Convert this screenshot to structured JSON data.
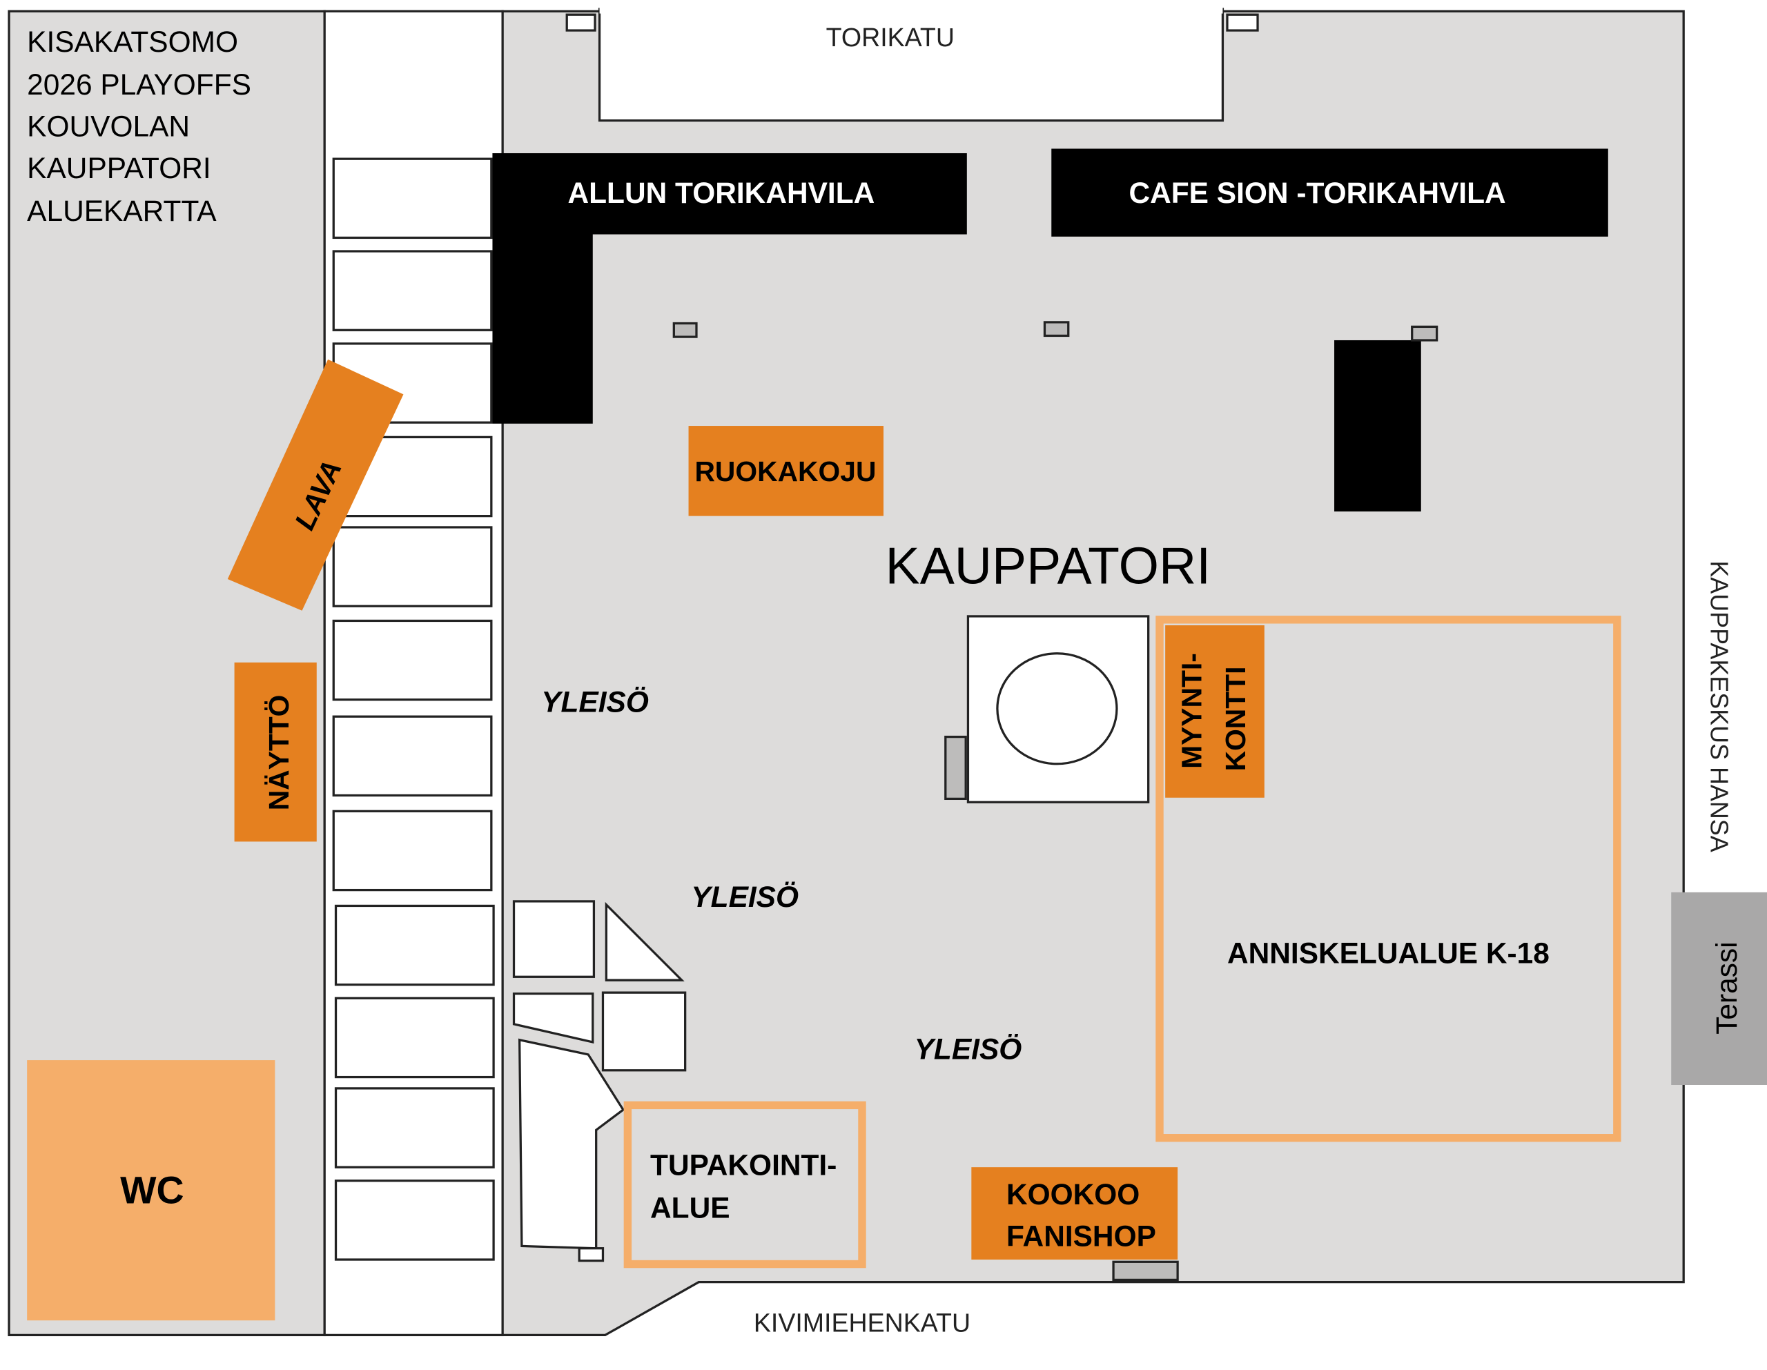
{
  "title_lines": [
    "KISAKATSOMO",
    "2026 PLAYOFFS",
    "KOUVOLAN",
    "KAUPPATORI",
    "ALUEKARTTA"
  ],
  "streets": {
    "top": "TORIKATU",
    "bottom": "KIVIMIEHENKATU",
    "right": "KAUPPAKESKUS HANSA"
  },
  "areas": {
    "square": "KAUPPATORI",
    "cafe_left": "ALLUN TORIKAHVILA",
    "cafe_right": "CAFE SION -TORIKAHVILA",
    "food_stall": "RUOKAKOJU",
    "stage": "LAVA",
    "screen": "NÄYTTÖ",
    "wc": "WC",
    "sales_container": [
      "MYYNTI-",
      "KONTTI"
    ],
    "serving_area": "ANNISKELUALUE K-18",
    "terrace": "Terassi",
    "smoking_area": [
      "TUPAKOINTI-",
      "ALUE"
    ],
    "fanshop": [
      "KOOKOO",
      "FANISHOP"
    ],
    "audience": [
      "YLEISÖ",
      "YLEISÖ",
      "YLEISÖ"
    ]
  },
  "colors": {
    "ground": "#dddcdb",
    "orange": "#e5801f",
    "light_orange": "#f5ae6a",
    "black": "#000000",
    "terrace": "#a9a8a8"
  }
}
